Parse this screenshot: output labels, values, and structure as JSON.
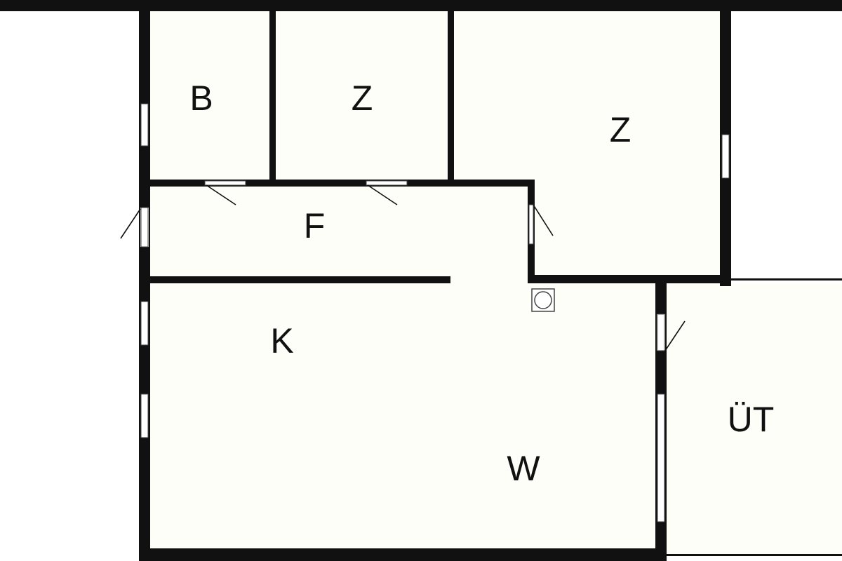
{
  "rooms": {
    "bathroom": {
      "label": "B"
    },
    "room_1": {
      "label": "Z"
    },
    "room_2": {
      "label": "Z"
    },
    "hallway": {
      "label": "F"
    },
    "kitchen": {
      "label": "K"
    },
    "living": {
      "label": "W"
    },
    "utility": {
      "label": "ÜT"
    }
  },
  "colors": {
    "wall": "#111111",
    "floor": "#fefef9",
    "background": "#ffffff"
  }
}
